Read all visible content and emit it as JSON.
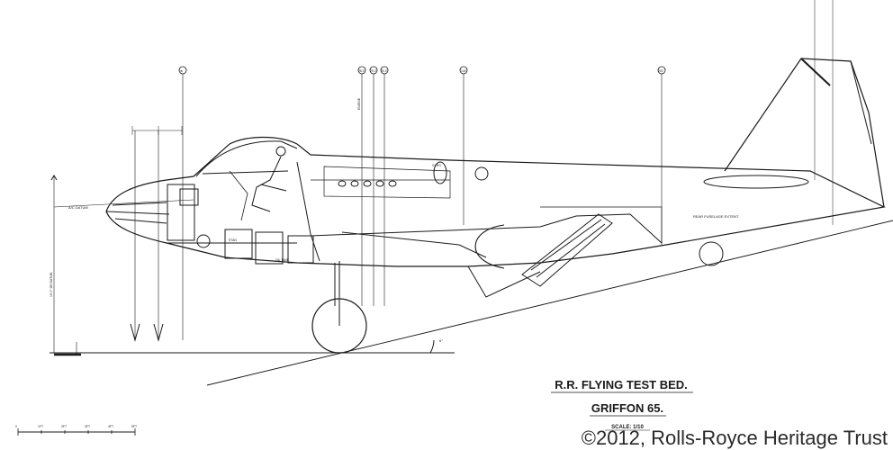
{
  "title": {
    "line1": "R.R. FLYING TEST BED.",
    "line2": "GRIFFON 65.",
    "scale": "SCALE: 1/10"
  },
  "copyright": "©2012, Rolls-Royce Heritage Trust",
  "annotations": {
    "ac_datum": "A/C DATUM",
    "rear_fuselage": "REAR FUSELAGE EXTENT",
    "nose_height": "15'-0\" ON DATUM",
    "ground_angle": "6°",
    "station_labels": [
      "⊕",
      "28.0",
      "29.0",
      "30.0",
      "140",
      "200"
    ],
    "cockpit_label": "STAN",
    "tank_label": "OIL TANK",
    "engine_label": "ENGINE",
    "gyro_label": "GYRO"
  },
  "scale_bar": {
    "ticks": [
      "0",
      "1FT",
      "2FT",
      "3FT",
      "4FT",
      "5FT"
    ]
  }
}
